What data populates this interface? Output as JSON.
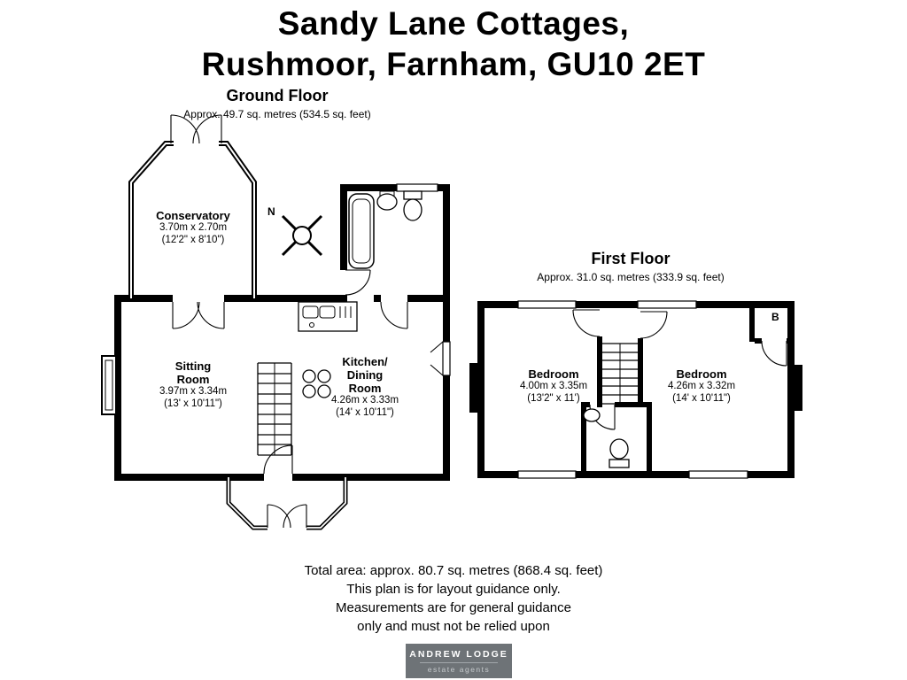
{
  "title": {
    "line1": "Sandy Lane Cottages,",
    "line2": "Rushmoor, Farnham, GU10 2ET"
  },
  "ground_floor": {
    "heading": "Ground Floor",
    "area": "Approx. 49.7 sq. metres (534.5 sq. feet)",
    "north_label": "N",
    "rooms": {
      "conservatory": {
        "name": "Conservatory",
        "metric": "3.70m x 2.70m",
        "imperial": "(12'2\" x 8'10\")"
      },
      "sitting_room": {
        "name": "Sitting\nRoom",
        "metric": "3.97m x 3.34m",
        "imperial": "(13' x 10'11\")"
      },
      "kitchen_dining": {
        "name": "Kitchen/\nDining\nRoom",
        "metric": "4.26m x 3.33m",
        "imperial": "(14' x 10'11\")"
      }
    }
  },
  "first_floor": {
    "heading": "First Floor",
    "area": "Approx. 31.0 sq. metres (333.9 sq. feet)",
    "boiler_label": "B",
    "rooms": {
      "bedroom_left": {
        "name": "Bedroom",
        "metric": "4.00m x 3.35m",
        "imperial": "(13'2\" x 11')"
      },
      "bedroom_right": {
        "name": "Bedroom",
        "metric": "4.26m x 3.32m",
        "imperial": "(14' x 10'11\")"
      }
    }
  },
  "footer": {
    "total_area": "Total area: approx. 80.7 sq. metres (868.4 sq. feet)",
    "disclaimer1": "This plan is for layout guidance only.",
    "disclaimer2": "Measurements are for general guidance",
    "disclaimer3": "only and must not be relied upon"
  },
  "logo": {
    "name": "ANDREW LODGE",
    "tagline": "estate agents"
  }
}
